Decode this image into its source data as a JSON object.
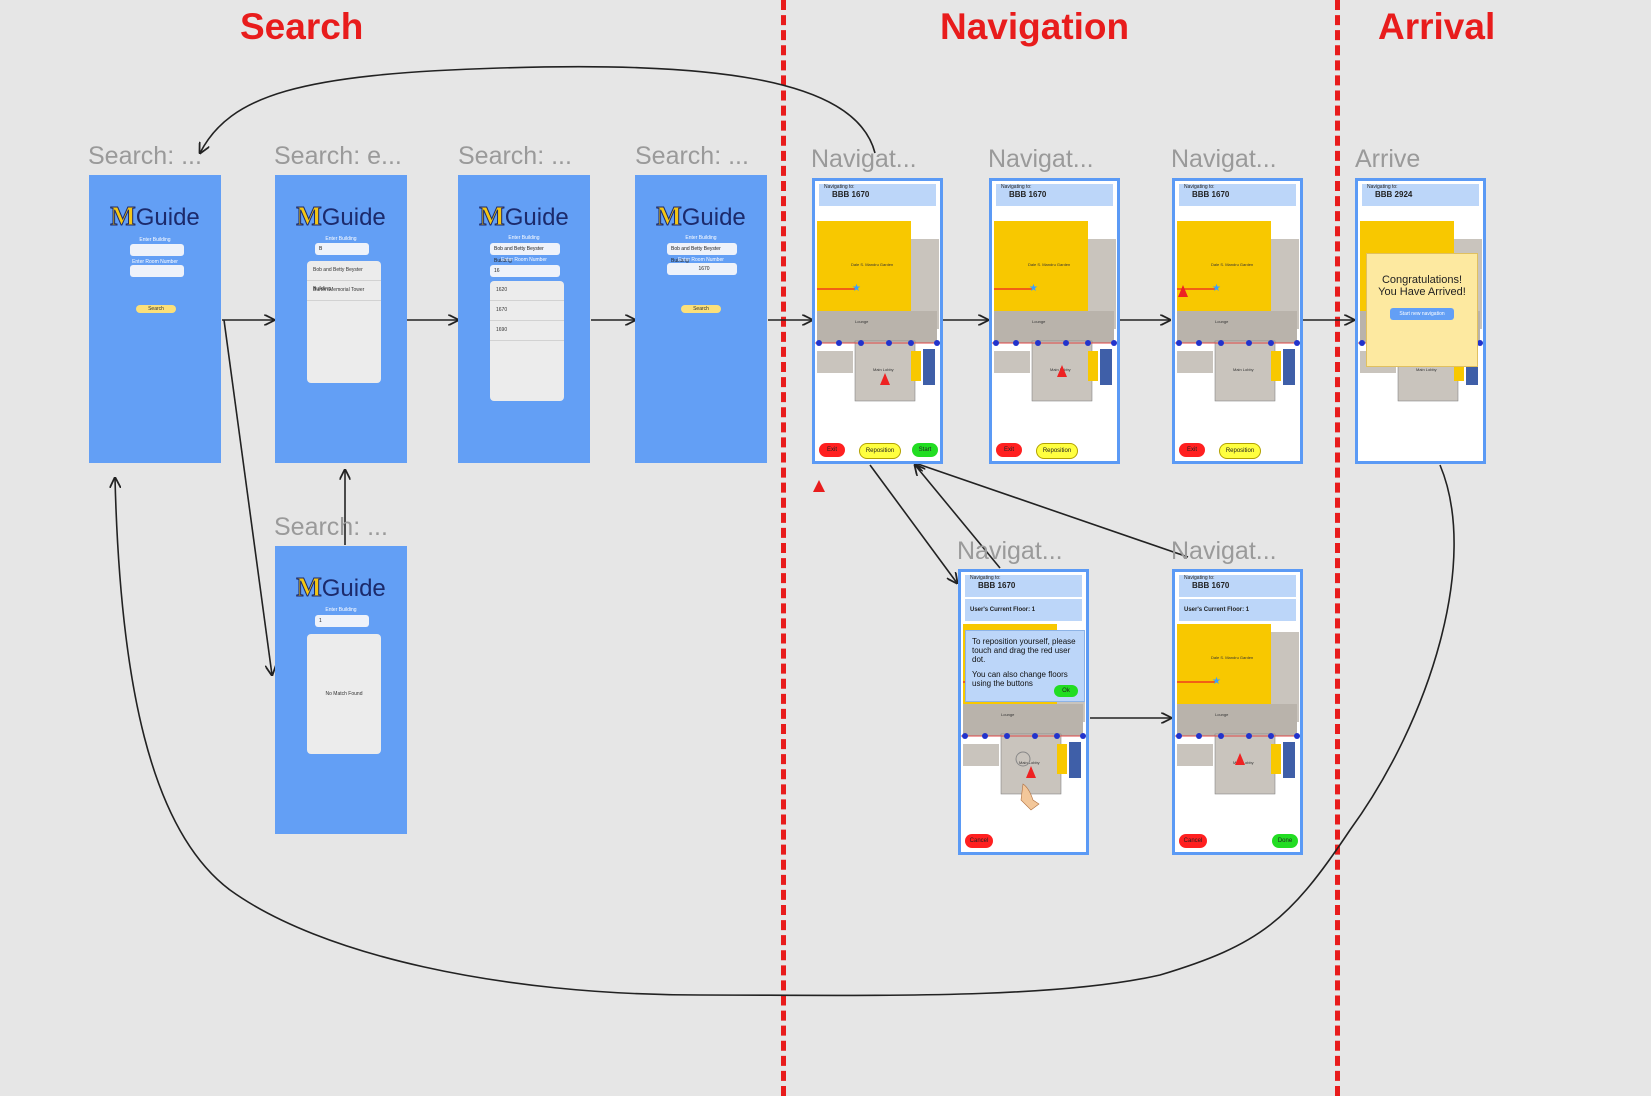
{
  "sections": [
    "Search",
    "Navigation",
    "Arrival"
  ],
  "colors": {
    "accent": "#e81c1c",
    "screen_blue": "#639ff5",
    "map_yellow": "#f8c800",
    "button_red": "#ff2020",
    "button_yellow": "#ffff40",
    "button_green": "#22dd22"
  },
  "search_frames": {
    "labels": [
      "Search: ...",
      "Search: e...",
      "Search: ...",
      "Search: ...",
      "Search: ..."
    ],
    "logo_m": "M",
    "logo_text": "Guide",
    "enter_building": "Enter Building",
    "enter_room_number": "Enter Room Number",
    "search_button": "Search",
    "screen2_query": "B",
    "screen2_results": [
      "Bob and Betty Beyster Building",
      "Burton Memorial Tower"
    ],
    "screen3_building": "Bob and Betty Beyster Building",
    "screen3_room_query": "16",
    "screen3_results": [
      "1620",
      "1670",
      "1690"
    ],
    "screen4_building": "Bob and Betty Beyster Building",
    "screen4_room": "1670",
    "screen5_query": "1",
    "no_match": "No Match Found"
  },
  "nav_frames": {
    "labels": [
      "Navigat...",
      "Navigat...",
      "Navigat...",
      "Navigat...",
      "Navigat..."
    ],
    "navigating_to": "Navigating to:",
    "destination": "BBB 1670",
    "current_floor": "User's Current Floor: 1",
    "exit_label": "Exit",
    "reposition_label": "Reposition",
    "start_label": "Start",
    "cancel_label": "Cancel",
    "done_label": "Done",
    "dialog_line1": "To reposition yourself, please touch and drag the red user dot.",
    "dialog_line2": "You can also change floors using the buttons",
    "ok_label": "Ok",
    "map_room_name": "Dale S. Mandru Garden",
    "map_lounge": "Lounge",
    "map_lobby": "Main Lobby"
  },
  "arrival_frame": {
    "label": "Arrive",
    "destination": "BBB 2924",
    "congrats_line1": "Congratulations!",
    "congrats_line2": "You Have Arrived!",
    "new_nav_button": "Start new navigation"
  }
}
